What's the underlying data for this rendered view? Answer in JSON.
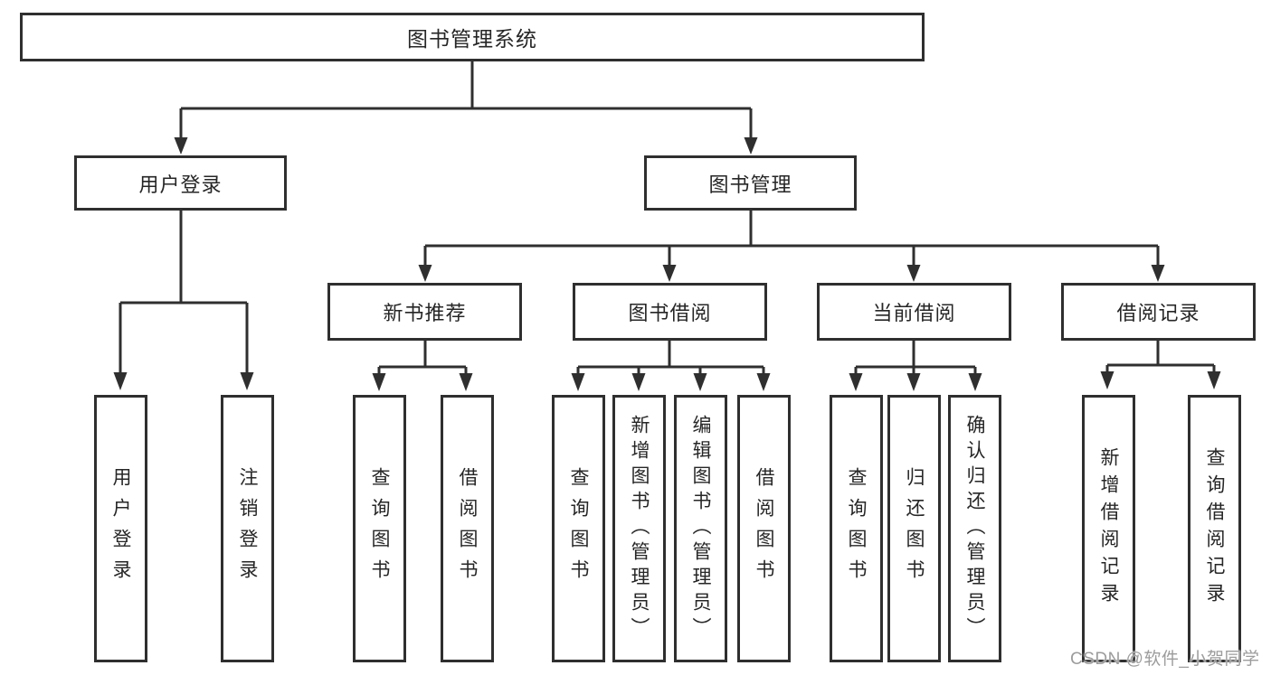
{
  "tree": {
    "label": "图书管理系统",
    "children": [
      {
        "label": "用户登录",
        "children": [
          {
            "label": "用户登录"
          },
          {
            "label": "注销登录"
          }
        ]
      },
      {
        "label": "图书管理",
        "children": [
          {
            "label": "新书推荐",
            "children": [
              {
                "label": "查询图书"
              },
              {
                "label": "借阅图书"
              }
            ]
          },
          {
            "label": "图书借阅",
            "children": [
              {
                "label": "查询图书"
              },
              {
                "label": "新增图书（管理员）"
              },
              {
                "label": "编辑图书（管理员）"
              },
              {
                "label": "借阅图书"
              }
            ]
          },
          {
            "label": "当前借阅",
            "children": [
              {
                "label": "查询图书"
              },
              {
                "label": "归还图书"
              },
              {
                "label": "确认归还（管理员）"
              }
            ]
          },
          {
            "label": "借阅记录",
            "children": [
              {
                "label": "新增借阅记录"
              },
              {
                "label": "查询借阅记录"
              }
            ]
          }
        ]
      }
    ]
  },
  "watermark": {
    "text": "CSDN @软件_小贺同学"
  },
  "colors": {
    "line": "#2f2f2f",
    "text": "#262626",
    "background": "#ffffff",
    "watermark": "#9c9c9c"
  }
}
